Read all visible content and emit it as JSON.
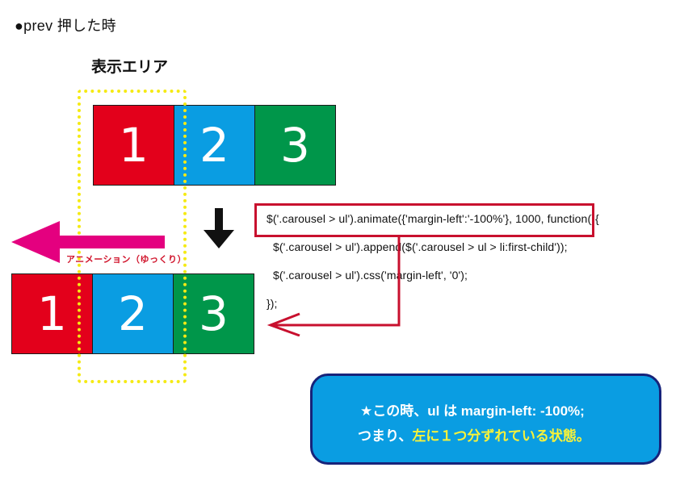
{
  "header": {
    "title": "●prev 押した時",
    "display_area_label": "表示エリア"
  },
  "colors": {
    "slide1": "#e3001b",
    "slide2": "#0a9de2",
    "slide3": "#00964a",
    "display_area_border": "#f5ea14",
    "code_highlight": "#c8102e",
    "animation_arrow": "#e4007f",
    "note_bg": "#0a9de2",
    "note_border": "#17237a",
    "note_highlight": "#f7f23a"
  },
  "before": {
    "slides": [
      {
        "label": "1"
      },
      {
        "label": "2"
      },
      {
        "label": "3"
      }
    ]
  },
  "after": {
    "slides": [
      {
        "label": "1"
      },
      {
        "label": "2"
      },
      {
        "label": "3"
      }
    ]
  },
  "animation_label": "アニメーション（ゆっくり）",
  "code": {
    "lines": [
      "$('.carousel > ul').animate({'margin-left':'-100%'}, 1000, function(){",
      "  $('.carousel > ul').append($('.carousel > ul > li:first-child'));",
      "  $('.carousel > ul').css('margin-left', '0');",
      "});"
    ]
  },
  "note": {
    "line1": "★この時、ul は margin-left: -100%;",
    "line2_prefix": "つまり、",
    "line2_highlight": "左に１つ分ずれている状態。"
  }
}
